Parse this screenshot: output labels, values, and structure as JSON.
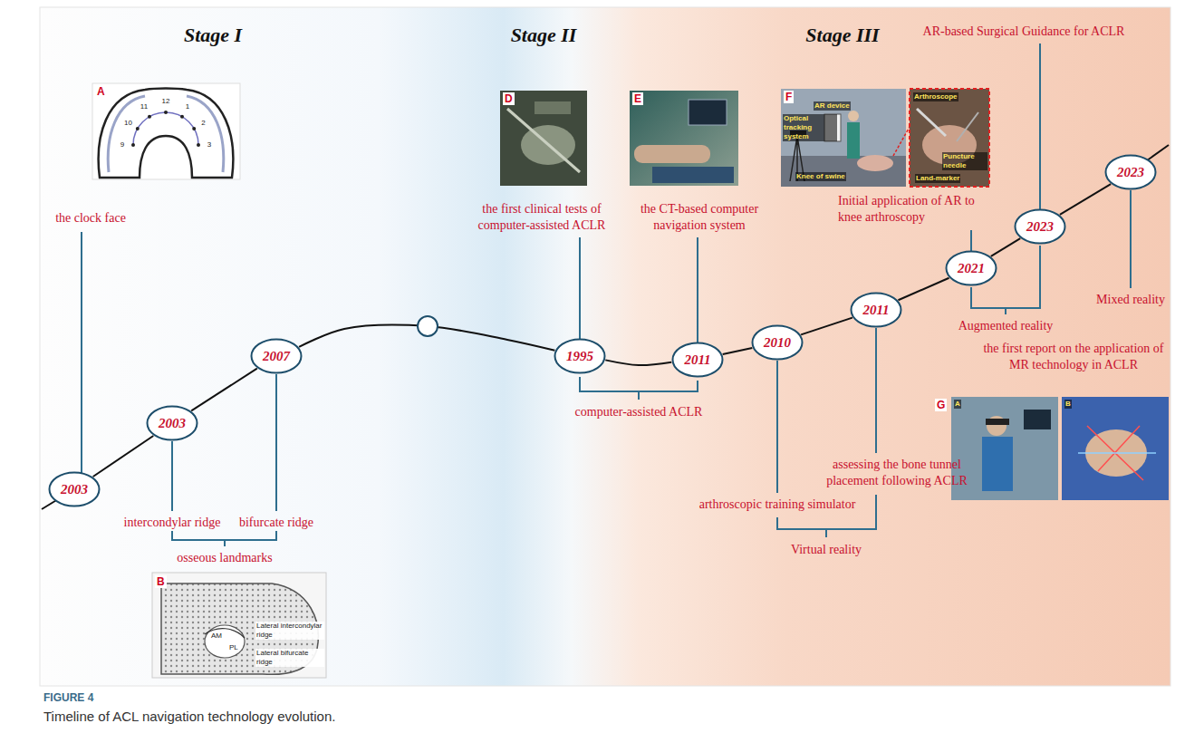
{
  "diagram": {
    "caption": "Timeline of ACL navigation technology evolution.",
    "nodes": [
      {
        "text": [
          "2003"
        ]
      },
      {
        "text": [
          "2003"
        ]
      },
      {
        "text": [
          "2007"
        ]
      },
      {
        "text": [
          "1995"
        ]
      },
      {
        "text": [
          "2011"
        ]
      },
      {
        "text": [
          "2010"
        ]
      },
      {
        "text": [
          "2011"
        ]
      },
      {
        "text": [
          "2021"
        ]
      },
      {
        "text": [
          "2023"
        ]
      },
      {
        "text": [
          "2023"
        ]
      }
    ],
    "edges": [
      {
        "from": 0,
        "to": 1,
        "arrow": "none"
      },
      {
        "from": 1,
        "to": 2,
        "arrow": "none"
      },
      {
        "from": 2,
        "to": 3,
        "arrow": "none"
      },
      {
        "from": 3,
        "to": 4,
        "arrow": "none"
      },
      {
        "from": 4,
        "to": 5,
        "arrow": "none"
      },
      {
        "from": 5,
        "to": 6,
        "arrow": "none"
      },
      {
        "from": 6,
        "to": 7,
        "arrow": "none"
      },
      {
        "from": 7,
        "to": 8,
        "arrow": "none"
      },
      {
        "from": 8,
        "to": 9,
        "arrow": "none"
      }
    ],
    "labels": [
      "Stage I",
      "Stage II",
      "Stage III",
      "A",
      "9",
      "10",
      "11",
      "12",
      "1",
      "2",
      "3",
      "the clock face",
      "intercondylar ridge",
      "bifurcate ridge",
      "osseous landmarks",
      "B",
      "Lateral intercondylar ridge",
      "AM",
      "PL",
      "Lateral bifurcate ridge",
      "D",
      "the first clinical tests of computer-assisted ACLR",
      "E",
      "the CT-based computer navigation system",
      "computer-assisted ACLR",
      "arthroscopic training simulator",
      "assessing the bone tunnel placement following ACLR",
      "Virtual reality",
      "F",
      "AR device",
      "Optical tracking system",
      "Knee of swine",
      "Arthroscope",
      "Puncture needle",
      "Land-marker",
      "Initial application of AR to knee arthroscopy",
      "AR-based Surgical Guidance for ACLR",
      "Augmented reality",
      "Mixed reality",
      "the first report on the application of MR technology in ACLR",
      "G",
      "A",
      "B",
      "FIGURE 4"
    ]
  }
}
